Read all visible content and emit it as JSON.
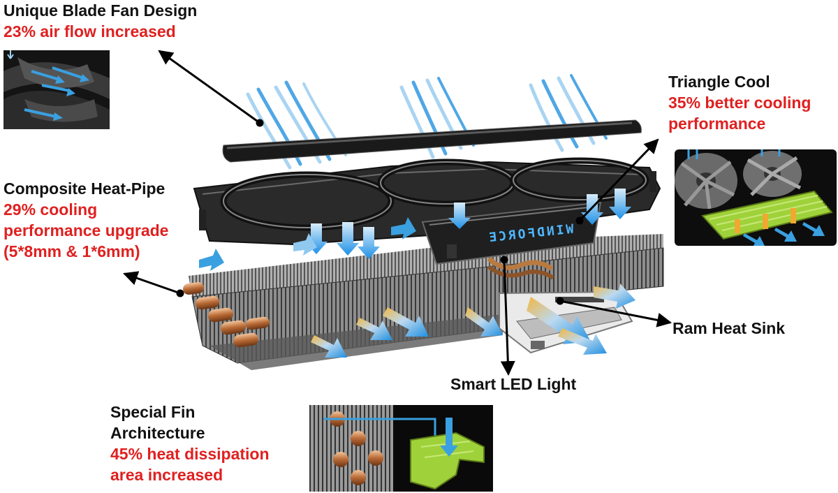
{
  "colors": {
    "title": "#111111",
    "stat": "#e02020",
    "airflow": "#3aa0e0",
    "hot_air": "#f0b030",
    "heatpipe": "#c8824a",
    "fin": "#9a9a9a",
    "shroud": "#1e1e1e",
    "led": "#4fb8ff",
    "copper_plate": "#9fd23a"
  },
  "product": {
    "led_text": "WINDFORCE"
  },
  "callouts": {
    "blade_fan": {
      "title": "Unique  Blade Fan Design",
      "stat": "23% air flow increased",
      "thumb_icon": "fan-blade-airflow-icon"
    },
    "triangle_cool": {
      "title": "Triangle Cool",
      "stat_line1": "35% better cooling",
      "stat_line2": "performance",
      "thumb_icon": "triangle-cool-heatsink-icon"
    },
    "heat_pipe": {
      "title": "Composite Heat-Pipe",
      "stat_line1": "29% cooling",
      "stat_line2": "performance upgrade",
      "stat_line3": "(5*8mm & 1*6mm)"
    },
    "ram_sink": {
      "title": "Ram Heat Sink"
    },
    "led_light": {
      "title": "Smart  LED Light"
    },
    "fin_arch": {
      "title_line1": "Special Fin",
      "title_line2": "Architecture",
      "stat_line1": "45% heat dissipation",
      "stat_line2": "area increased",
      "thumb_icon": "fin-architecture-icon"
    }
  }
}
